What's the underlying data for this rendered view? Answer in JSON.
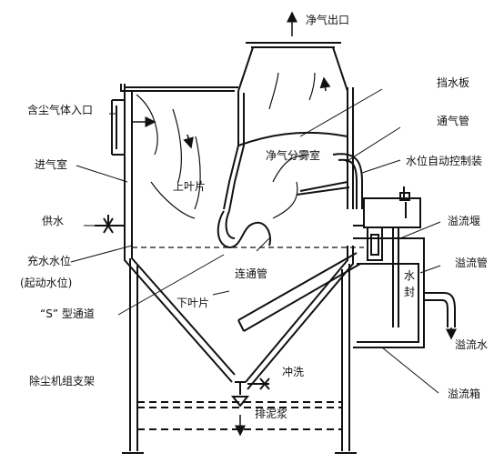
{
  "diagram": {
    "ink_color": "#111111",
    "background": "#ffffff",
    "labels": {
      "clean_outlet": "净气出口",
      "water_baffle": "挡水板",
      "dust_inlet": "含尘气体入口",
      "vent_pipe": "通气管",
      "inlet_chamber": "进气室",
      "demist_chamber": "净气分雾室",
      "auto_level": "水位自动控制装",
      "upper_blade": "上叶片",
      "water_supply": "供水",
      "overflow_weir": "溢流堰",
      "fill_level": "充水水位",
      "start_level": "(起动水位)",
      "overflow_pipe": "溢流管",
      "connect_pipe": "连通管",
      "water_seal_1": "水",
      "water_seal_2": "封",
      "lower_blade": "下叶片",
      "s_channel": "“S” 型通道",
      "overflow_water": "溢流水",
      "support": "除尘机组支架",
      "flush": "冲洗",
      "overflow_tank": "溢流箱",
      "sludge": "排泥浆"
    }
  }
}
